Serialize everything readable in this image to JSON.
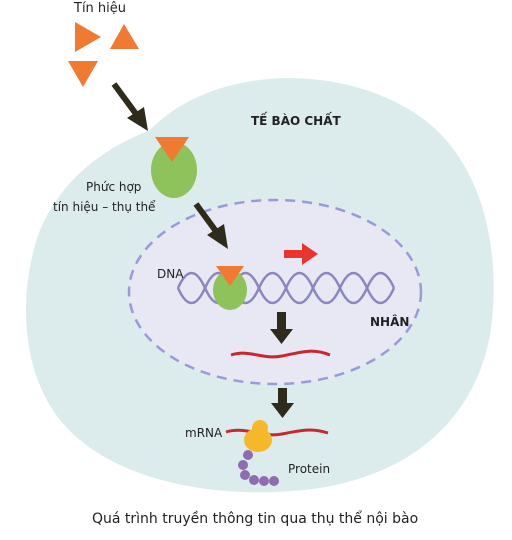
{
  "labels": {
    "signal": "Tín hiệu",
    "cytoplasm": "TẾ BÀO CHẤT",
    "complex_line1": "Phức hợp",
    "complex_line2": "tín hiệu – thụ thể",
    "dna": "DNA",
    "nucleus": "NHÂN",
    "mrna": "mRNA",
    "protein": "Protein"
  },
  "caption": "Quá trình truyền thông tin qua thụ thể nội bào",
  "colors": {
    "cell": "#dcecec",
    "nucleus": "#e8e8f5",
    "nucleus_border": "#9a9ad8",
    "signal": "#f07a32",
    "receptor": "#8dc35a",
    "arrow": "#2e2b1b",
    "dna_strand": "#8a86bf",
    "mrna": "#c8282c",
    "direction_arrow": "#e8352e",
    "ribosome": "#f5b82a",
    "protein_chain": "#8f6bb0"
  }
}
